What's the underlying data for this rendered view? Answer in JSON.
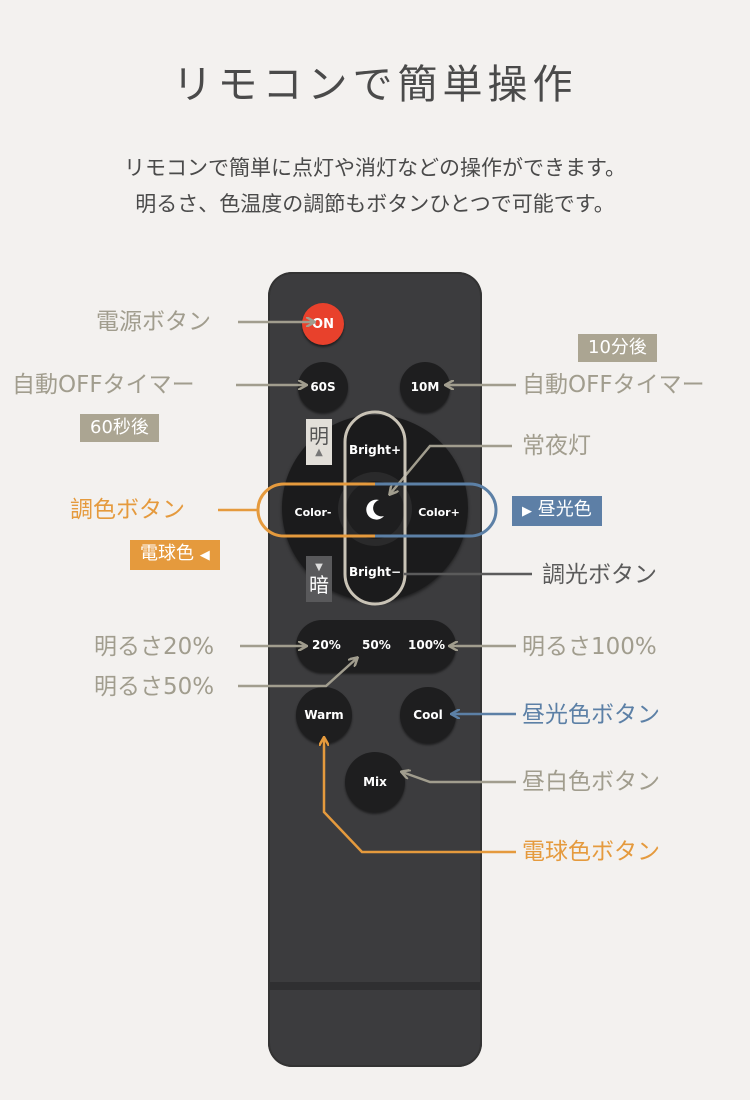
{
  "title": "リモコンで簡単操作",
  "description": [
    "リモコンで簡単に点灯や消灯などの操作ができます。",
    "明るさ、色温度の調節もボタンひとつで可能です。"
  ],
  "remote": {
    "on": "ON",
    "timer60": "60S",
    "timer10": "10M",
    "bright_up": "Bright+",
    "bright_down": "Bright−",
    "color_minus": "Color-",
    "color_plus": "Color+",
    "p20": "20%",
    "p50": "50%",
    "p100": "100%",
    "warm": "Warm",
    "cool": "Cool",
    "mix": "Mix",
    "bright_side": "明",
    "dark_side": "暗"
  },
  "labels": {
    "power": "電源ボタン",
    "auto_off_left": "自動OFFタイマー",
    "tag_60": "60秒後",
    "auto_off_right": "自動OFFタイマー",
    "tag_10": "10分後",
    "night_light": "常夜灯",
    "color_btn": "調色ボタン",
    "tag_bulb": "電球色",
    "tag_daylight": "昼光色",
    "dimmer": "調光ボタン",
    "bright20": "明るさ20%",
    "bright50": "明るさ50%",
    "bright100": "明るさ100%",
    "daylight_btn": "昼光色ボタン",
    "daywhite_btn": "昼白色ボタン",
    "bulb_btn": "電球色ボタン"
  },
  "colors": {
    "background": "#f3f1ef",
    "gray_label": "#a19d8e",
    "orange": "#e59a3d",
    "blue": "#5c80a6",
    "on_button": "#e8412c"
  }
}
